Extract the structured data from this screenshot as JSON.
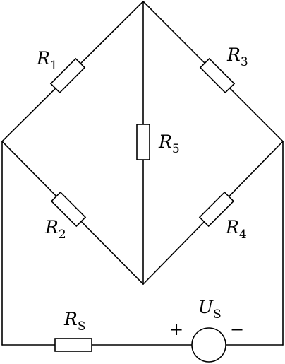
{
  "resistors": {
    "r1": {
      "main": "R",
      "sub": "1"
    },
    "r2": {
      "main": "R",
      "sub": "2"
    },
    "r3": {
      "main": "R",
      "sub": "3"
    },
    "r4": {
      "main": "R",
      "sub": "4"
    },
    "r5": {
      "main": "R",
      "sub": "5"
    },
    "rs": {
      "main": "R",
      "sub": "S"
    }
  },
  "source": {
    "main": "U",
    "sub": "S",
    "plus": "+",
    "minus": "−"
  }
}
